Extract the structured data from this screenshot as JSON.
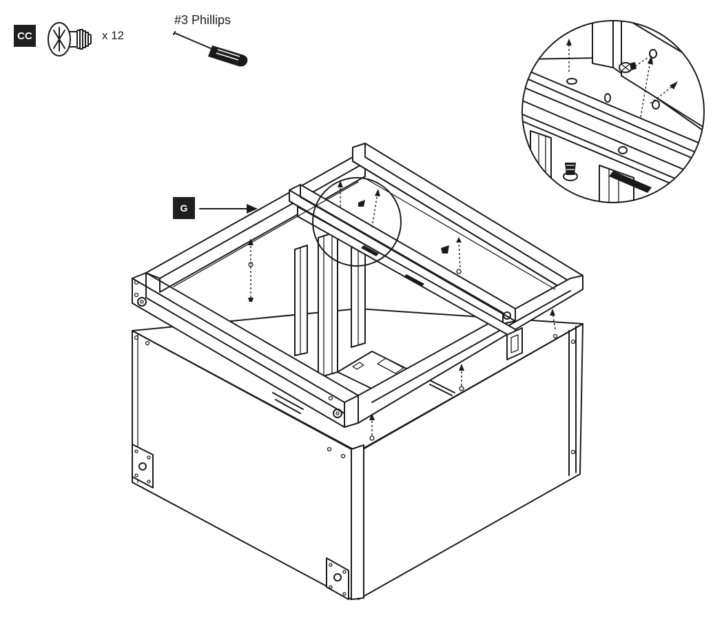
{
  "hardware": {
    "part_code": "CC",
    "quantity_label": "x 12",
    "part_icon": "screw-icon"
  },
  "tool": {
    "label": "#3 Phillips",
    "icon": "screwdriver-icon"
  },
  "assembly": {
    "callout_label": "G",
    "detail_view_icon": "magnified-detail-circle"
  },
  "colors": {
    "line": "#1a1a1a",
    "badge_bg": "#1f1f1f",
    "badge_text": "#ffffff",
    "background": "#ffffff"
  }
}
